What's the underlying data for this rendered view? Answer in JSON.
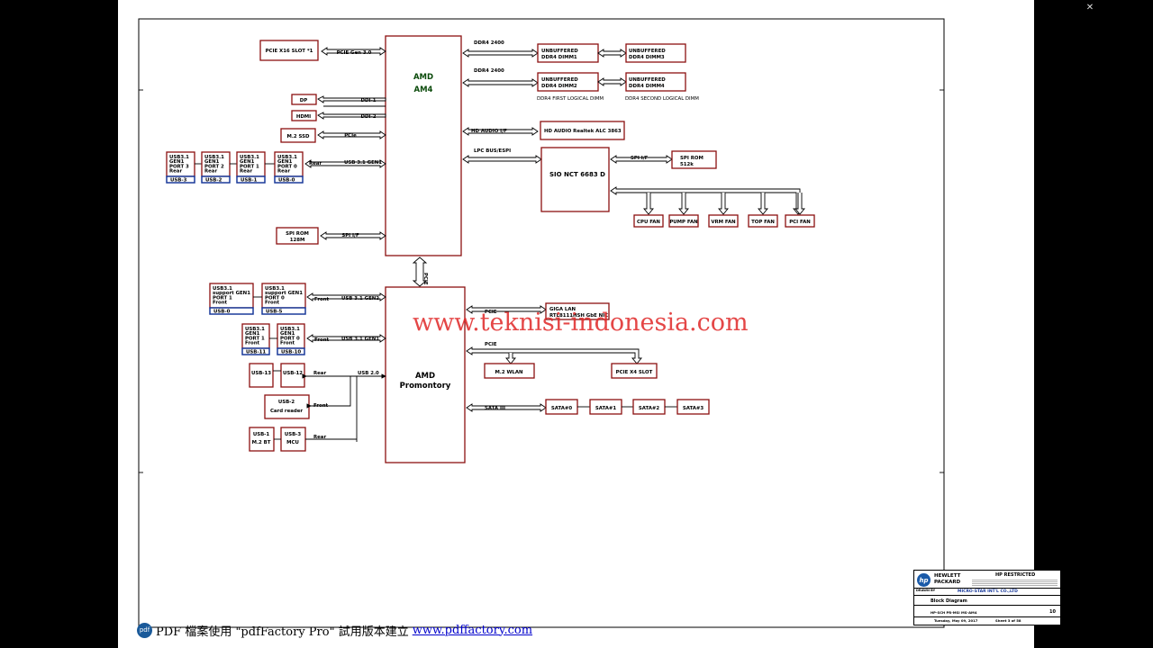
{
  "window": {
    "close_label": "✕"
  },
  "diagram": {
    "cpu": {
      "line1": "AMD",
      "line2": "AM4"
    },
    "chipset": {
      "line1": "AMD",
      "line2": "Promontory"
    },
    "pcie_slot": "PCIE X16 SLOT *1",
    "pcie_gen": "PCIE Gen 3.0",
    "dp": "DP",
    "ddi1": "DDI-1",
    "hdmi": "HDMI",
    "ddi2": "DDI-2",
    "m2ssd": "M.2 SSD",
    "pcie": "PCIe",
    "rear_usb": [
      {
        "l1": "USB3.1",
        "l2": "GEN1",
        "l3": "PORT 3",
        "l4": "Rear",
        "tag": "USB-3"
      },
      {
        "l1": "USB3.1",
        "l2": "GEN1",
        "l3": "PORT 2",
        "l4": "Rear",
        "tag": "USB-2"
      },
      {
        "l1": "USB3.1",
        "l2": "GEN1",
        "l3": "PORT 1",
        "l4": "Rear",
        "tag": "USB-1"
      },
      {
        "l1": "USB3.1",
        "l2": "GEN1",
        "l3": "PORT 0",
        "l4": "Rear",
        "tag": "USB-0"
      }
    ],
    "rear": "Rear",
    "usb31gen1": "USB 3.1 GEN1",
    "spirom_cpu": {
      "l1": "SPI ROM",
      "l2": "128M"
    },
    "spi_if": "SPI I/F",
    "ddr_a": "DDR4  2400",
    "ddr_b": "DDR4  2400",
    "dimm1": {
      "l1": "UNBUFFERED",
      "l2": "DDR4   DIMM1"
    },
    "dimm3": {
      "l1": "UNBUFFERED",
      "l2": "DDR4   DIMM3"
    },
    "dimm2": {
      "l1": "UNBUFFERED",
      "l2": "DDR4   DIMM2"
    },
    "dimm4": {
      "l1": "UNBUFFERED",
      "l2": "DDR4   DIMM4"
    },
    "first_dimm": "DDR4 FIRST LOGICAL DIMM",
    "second_dimm": "DDR4 SECOND LOGICAL DIMM",
    "hd_audio_if": "HD AUDIO I/F",
    "hd_audio": "HD AUDIO Realtek ALC 3863",
    "lpc": "LPC BUS/ESPI",
    "sio": "SIO NCT 6683 D",
    "sio_spi": "SPI I/F",
    "sio_rom": {
      "l1": "SPI ROM",
      "l2": "512k"
    },
    "fans": [
      "CPU FAN",
      "PUMP FAN",
      "VRM FAN",
      "TOP FAN",
      "PCI FAN"
    ],
    "umi": "PCIE",
    "front_usb_top": [
      {
        "l1": "USB3.1",
        "l2": "support  GEN1",
        "l3": "PORT 1",
        "l4": "Front",
        "tag": "USB-0"
      },
      {
        "l1": "USB3.1",
        "l2": "support  GEN1",
        "l3": "PORT 0",
        "l4": "Front",
        "tag": "USB-5"
      }
    ],
    "front_gen2": "Front",
    "usb31gen2": "USB 3.1 GEN2",
    "front_usb_mid": [
      {
        "l1": "USB3.1",
        "l2": "GEN1",
        "l3": "PORT 1",
        "l4": "Front",
        "tag": "USB-11"
      },
      {
        "l1": "USB3.1",
        "l2": "GEN1",
        "l3": "PORT 0",
        "l4": "Front",
        "tag": "USB-10"
      }
    ],
    "front_gen1": "Front",
    "usb31gen1b": "USB 3.1 GEN1",
    "usb13": "USB-13",
    "usb12": "USB-12",
    "rear2": "Rear",
    "usb20": "USB 2.0",
    "card": {
      "l1": "USB-2",
      "l2": "Card reader"
    },
    "front3": "Front",
    "bt": {
      "l1": "USB-1",
      "l2": "M.2  BT"
    },
    "mcu": {
      "l1": "USB-3",
      "l2": "MCU"
    },
    "rear3": "Rear",
    "lan_pcie": "PCIE",
    "lan": {
      "l1": "GIGA  LAN",
      "l2": "RTL8111HSH GbE NIC"
    },
    "pcie2": "PCIE",
    "wlan": "M.2  WLAN",
    "x4slot": "PCIE X4 SLOT",
    "sata_bus": "SATA III",
    "sata": [
      "SATA#0",
      "SATA#1",
      "SATA#2",
      "SATA#3"
    ]
  },
  "titleblock": {
    "brand1": "HEWLETT",
    "brand2": "PACKARD",
    "restricted": "HP RESTRICTED",
    "drawn_by_label": "DRAWN BY",
    "drawn_by": "MICRO-STAR INT'L CO.,LTD",
    "title": "Block Diagram",
    "doc_number": "HP-SCH PR-MSI MS-AM4",
    "date": "Tuesday, May 09, 2017",
    "sheet": "Sheet   3   of   58",
    "rev": "10"
  },
  "watermark": "www.teknisi-indonesia.com",
  "footer": {
    "icon": "pdf",
    "text": "PDF 檔案使用 \"pdfFactory Pro\" 試用版本建立",
    "link": "www.pdffactory.com"
  }
}
